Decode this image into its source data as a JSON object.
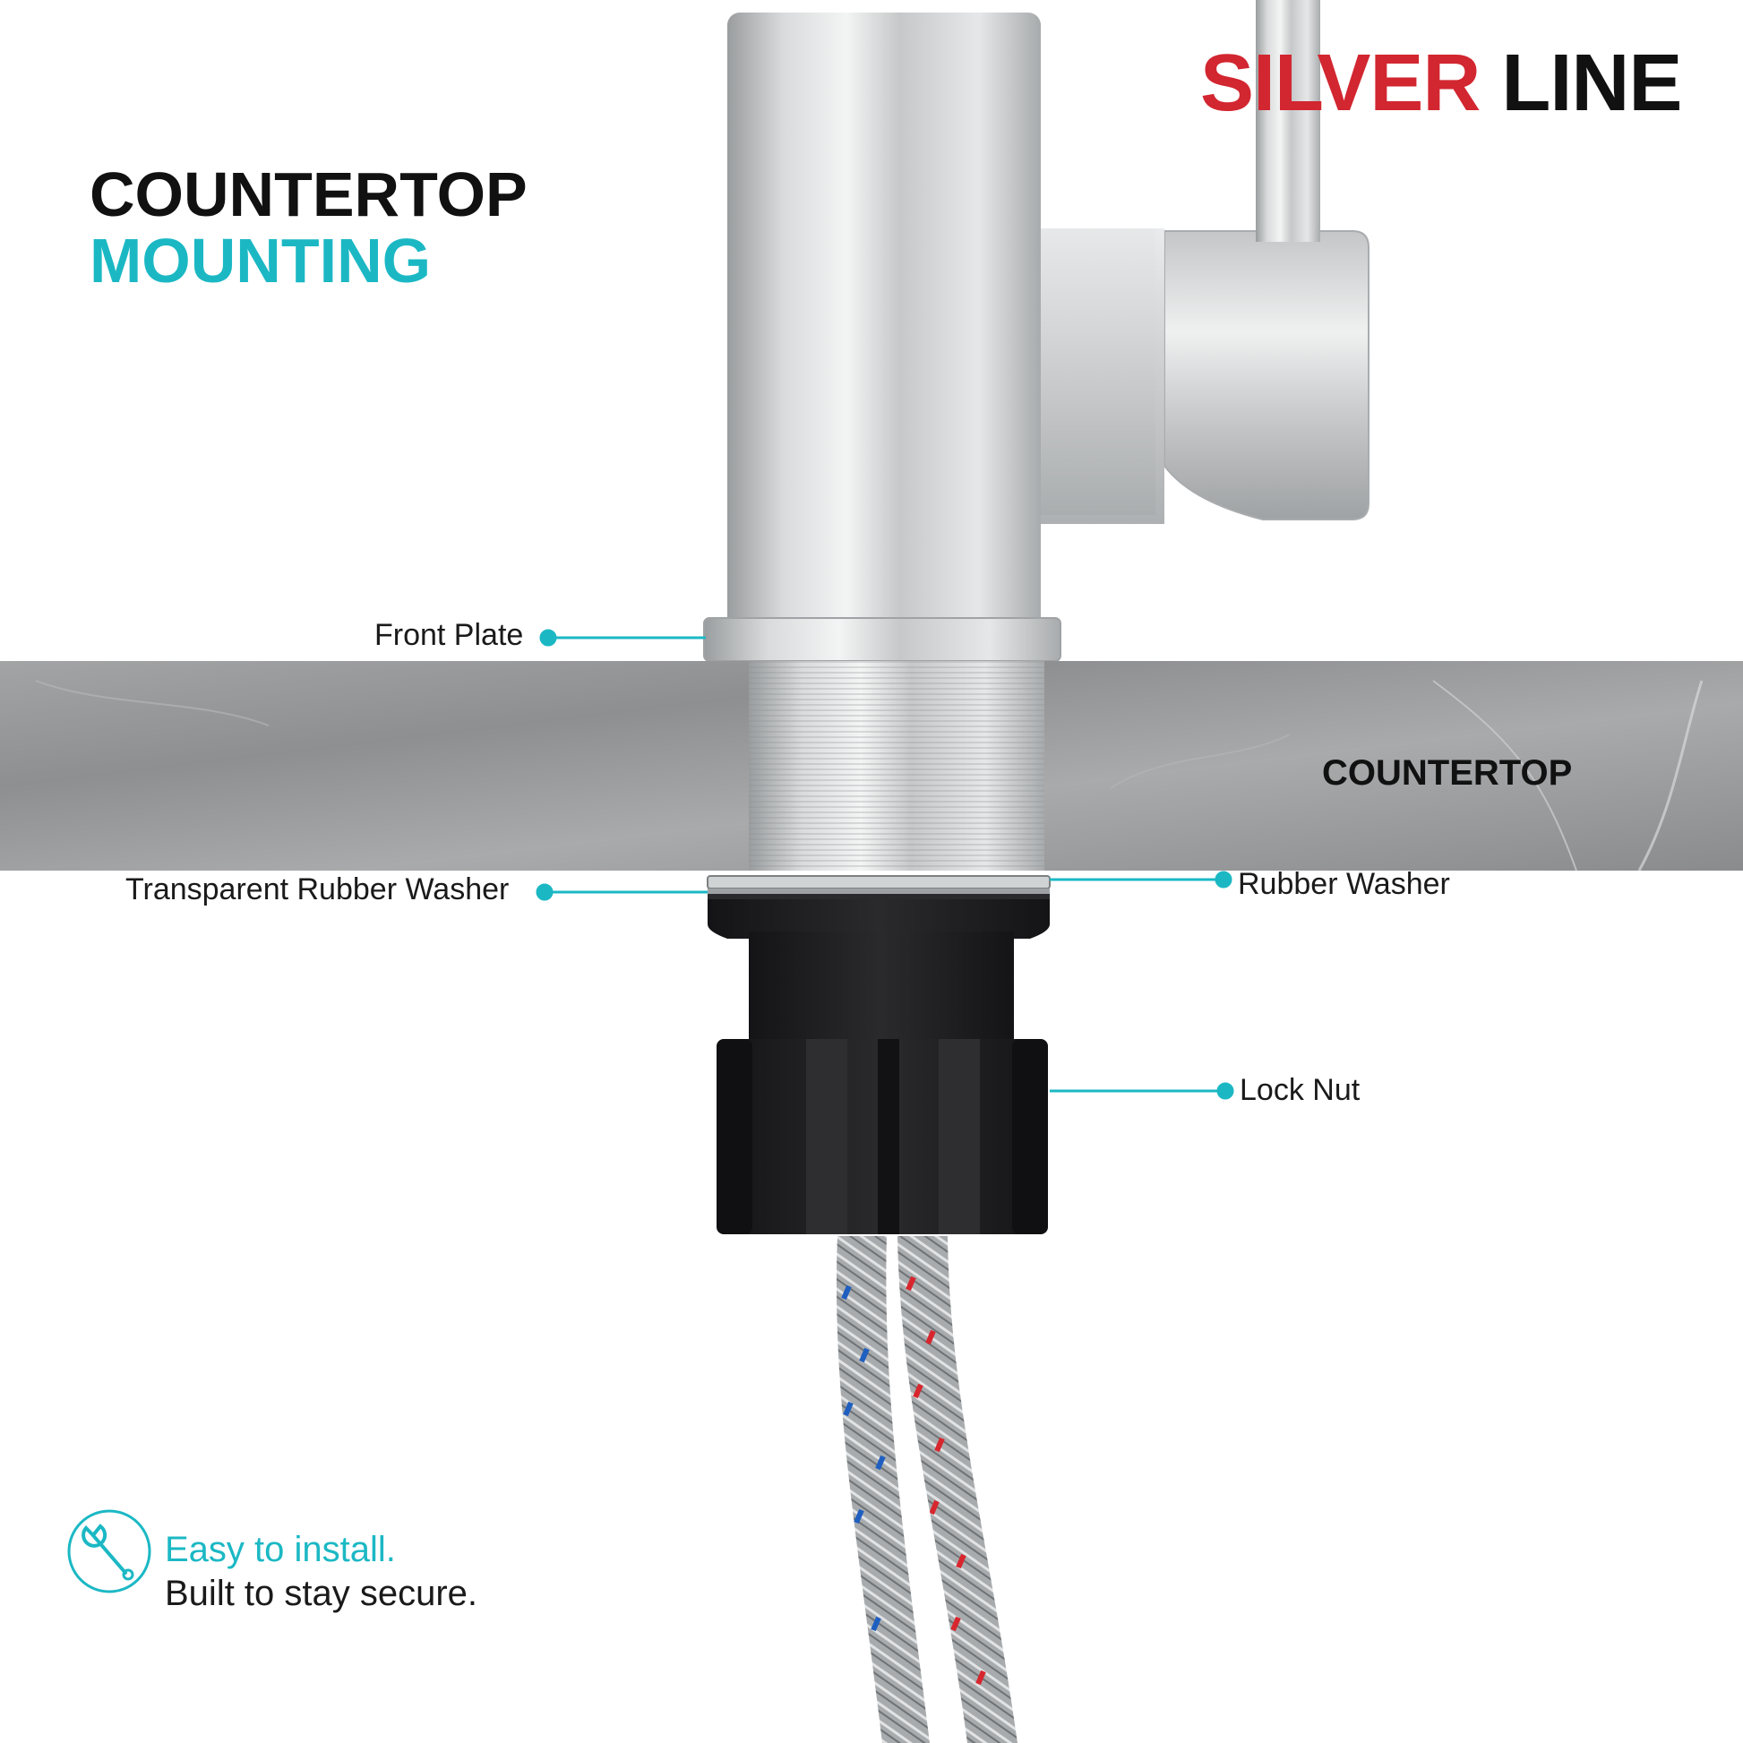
{
  "brand": {
    "part1": "SILVER",
    "part2": "LINE"
  },
  "heading": {
    "line1": "COUNTERTOP",
    "line2": "MOUNTING"
  },
  "labels": {
    "front_plate": "Front Plate",
    "countertop": "COUNTERTOP",
    "transparent_washer": "Transparent Rubber Washer",
    "rubber_washer": "Rubber Washer",
    "lock_nut": "Lock Nut"
  },
  "tagline": {
    "line1": "Easy to install.",
    "line2": "Built to stay secure."
  },
  "icons": {
    "tagline_icon": "wrench-icon",
    "callout_marker": "dot-icon"
  },
  "colors": {
    "accent": "#1bb8c4",
    "brand_red": "#d22630",
    "text": "#111111",
    "nut": "#1c1c1e",
    "hose_red": "#d8262e",
    "hose_blue": "#1f5fc0"
  }
}
